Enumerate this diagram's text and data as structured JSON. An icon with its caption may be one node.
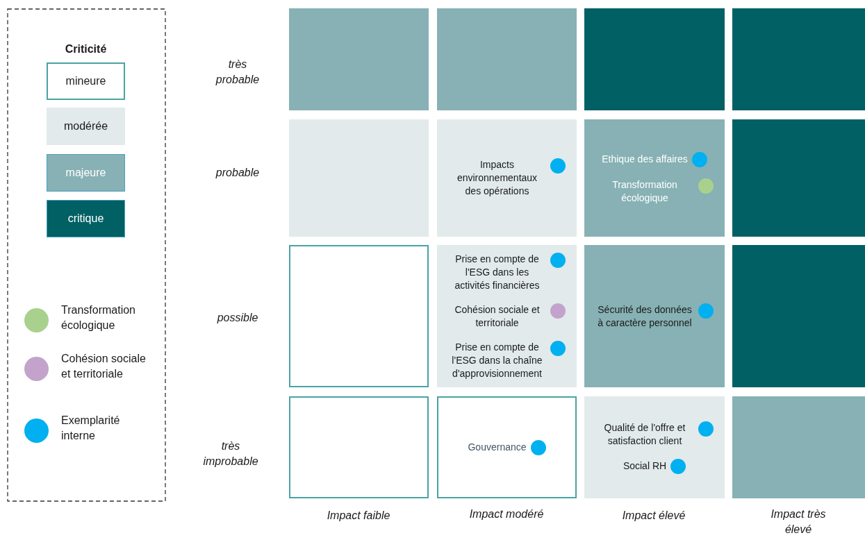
{
  "diagram": {
    "nodes": [
      {
        "text": [],
        "shape": "box"
      },
      {
        "text": [],
        "shape": "box"
      },
      {
        "text": [],
        "shape": "box"
      },
      {
        "text": [],
        "shape": "box"
      },
      {
        "text": [],
        "shape": "box"
      },
      {
        "text": [
          "Impacts environnementaux des opérations"
        ]
      },
      {
        "text": [
          "Ethique des affaires",
          "Transformation écologique"
        ]
      },
      {
        "text": [],
        "shape": "box"
      },
      {
        "text": [],
        "shape": "box"
      },
      {
        "text": [
          "Prise en compte de l'ESG dans les activités financières",
          "Cohésion sociale et territoriale",
          "Prise en compte de l'ESG dans la chaîne d'approvisionnement"
        ]
      },
      {
        "text": [
          "Sécurité des données à caractère personnel"
        ]
      },
      {
        "text": [],
        "shape": "box"
      },
      {
        "text": [],
        "shape": "box"
      },
      {
        "text": [
          "Gouvernance"
        ]
      },
      {
        "text": [
          "Qualité de l'offre et satisfaction client",
          "Social RH"
        ]
      },
      {
        "text": [],
        "shape": "box"
      }
    ],
    "labels": [
      "Criticité",
      "très probable",
      "probable",
      "possible",
      "très improbable",
      "Impact faible",
      "Impact modéré",
      "Impact élevé",
      "Impact très élevé"
    ],
    "legend": [
      {
        "text": "mineure",
        "color": "#ffffff"
      },
      {
        "text": "modérée",
        "color": "#e2eaeb"
      },
      {
        "text": "majeure",
        "color": "#87b1b4"
      },
      {
        "text": "critique",
        "color": "#006064"
      },
      {
        "text": "Transformation écologique",
        "color": "#a9d18e"
      },
      {
        "text": "Cohésion sociale et territoriale",
        "color": "#c3a3cb"
      },
      {
        "text": "Exemplarité interne",
        "color": "#00b0f0"
      }
    ]
  }
}
